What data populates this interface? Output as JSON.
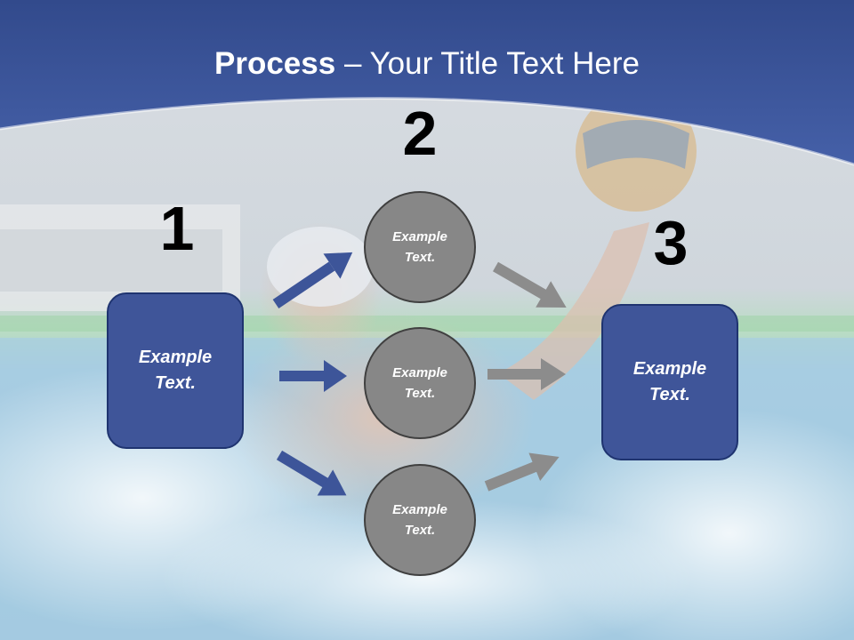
{
  "title": {
    "bold": "Process",
    "rest": " – Your Title Text Here"
  },
  "colors": {
    "banner": "#3d5496",
    "box": "#3f5599",
    "circle": "#878787",
    "arrow_blue": "#3d5599",
    "arrow_gray": "#8c8c8c"
  },
  "steps": [
    {
      "number": "1",
      "text": "Example\nText."
    },
    {
      "number": "2",
      "circles": [
        "Example\nText.",
        "Example\nText.",
        "Example\nText."
      ]
    },
    {
      "number": "3",
      "text": "Example\nText."
    }
  ]
}
